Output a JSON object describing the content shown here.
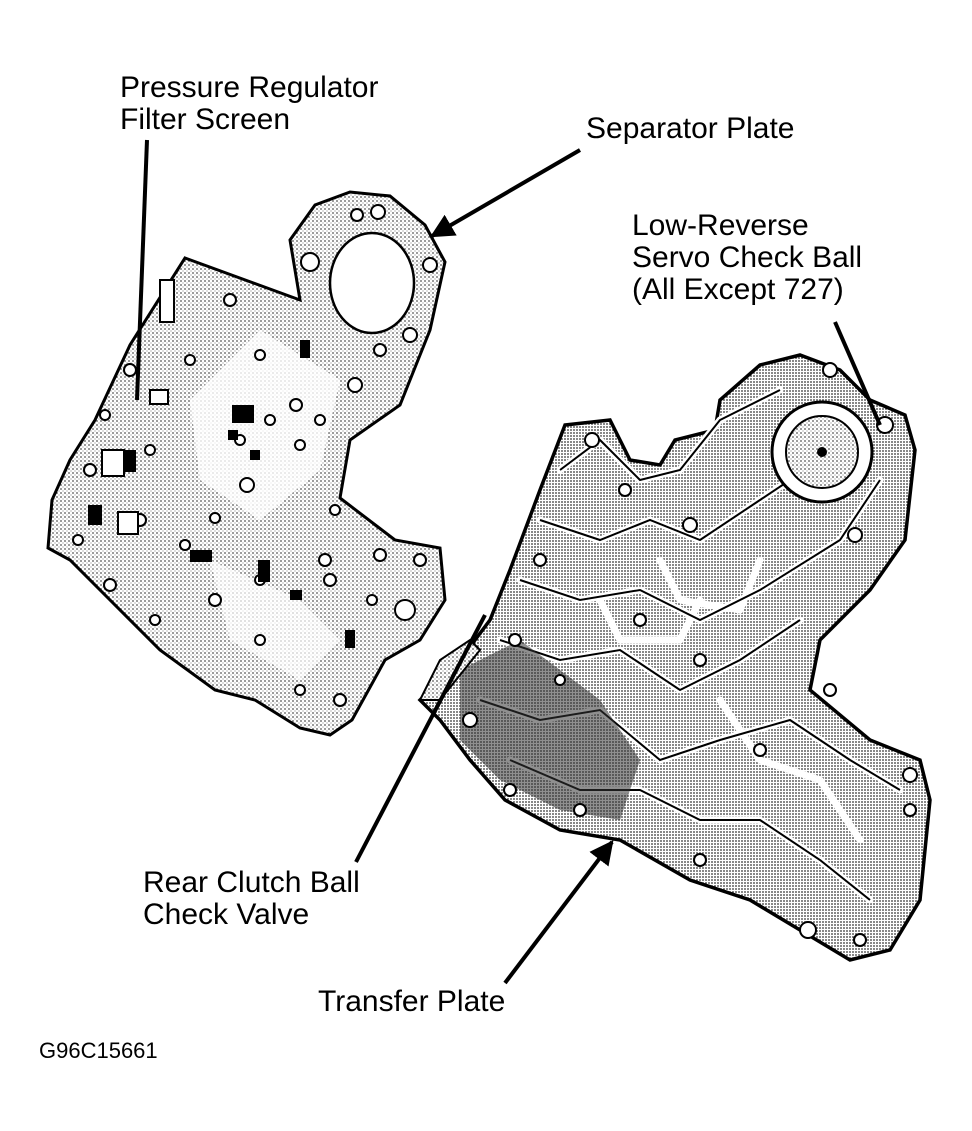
{
  "callouts": {
    "pressure_regulator": {
      "line1": "Pressure Regulator",
      "line2": "Filter Screen"
    },
    "separator_plate": {
      "text": "Separator Plate"
    },
    "low_reverse": {
      "line1": "Low-Reverse",
      "line2": "Servo Check Ball",
      "line3": "(All Except 727)"
    },
    "rear_clutch": {
      "line1": "Rear Clutch Ball",
      "line2": "Check Valve"
    },
    "transfer_plate": {
      "text": "Transfer Plate"
    }
  },
  "figure_code": "G96C15661",
  "colors": {
    "ink": "#000000",
    "paper": "#ffffff",
    "stipple": "#b8b8b8"
  }
}
